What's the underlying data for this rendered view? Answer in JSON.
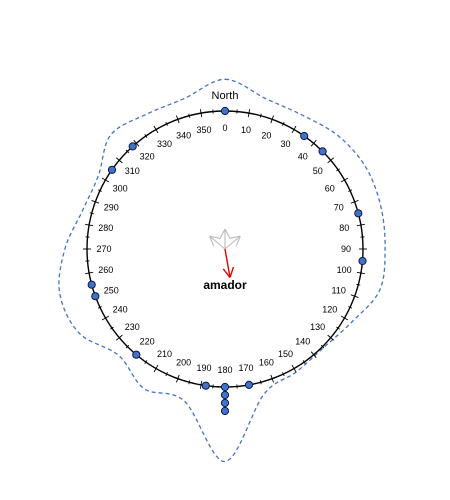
{
  "chart_data": {
    "type": "circular",
    "title": "",
    "north_label": "North",
    "center_label": "amador",
    "axis": {
      "min": 0,
      "max": 360,
      "major_tick_step": 10,
      "minor_tick_step": 5,
      "label_step": 10
    },
    "tick_labels": [
      "0",
      "10",
      "20",
      "30",
      "40",
      "50",
      "60",
      "70",
      "80",
      "90",
      "100",
      "110",
      "120",
      "130",
      "140",
      "150",
      "160",
      "170",
      "180",
      "190",
      "200",
      "210",
      "220",
      "230",
      "240",
      "250",
      "260",
      "270",
      "280",
      "290",
      "300",
      "310",
      "320",
      "330",
      "340",
      "350"
    ],
    "observations": [
      {
        "angle": 0,
        "count": 1
      },
      {
        "angle": 35,
        "count": 1
      },
      {
        "angle": 45,
        "count": 1
      },
      {
        "angle": 75,
        "count": 1
      },
      {
        "angle": 95,
        "count": 1
      },
      {
        "angle": 170,
        "count": 1
      },
      {
        "angle": 180,
        "count": 4
      },
      {
        "angle": 188,
        "count": 1
      },
      {
        "angle": 220,
        "count": 1
      },
      {
        "angle": 250,
        "count": 1
      },
      {
        "angle": 255,
        "count": 1
      },
      {
        "angle": 305,
        "count": 1
      },
      {
        "angle": 318,
        "count": 1
      }
    ],
    "mean_direction": 170,
    "mean_resultant_length": 0.21,
    "density_radius": [
      {
        "angle": 0,
        "r": 1.23
      },
      {
        "angle": 15,
        "r": 1.13
      },
      {
        "angle": 30,
        "r": 1.12
      },
      {
        "angle": 45,
        "r": 1.16
      },
      {
        "angle": 60,
        "r": 1.18
      },
      {
        "angle": 75,
        "r": 1.17
      },
      {
        "angle": 90,
        "r": 1.16
      },
      {
        "angle": 105,
        "r": 1.16
      },
      {
        "angle": 120,
        "r": 1.06
      },
      {
        "angle": 135,
        "r": 1.01
      },
      {
        "angle": 150,
        "r": 1.03
      },
      {
        "angle": 165,
        "r": 1.09
      },
      {
        "angle": 180,
        "r": 1.54
      },
      {
        "angle": 195,
        "r": 1.14
      },
      {
        "angle": 210,
        "r": 1.17
      },
      {
        "angle": 225,
        "r": 1.09
      },
      {
        "angle": 240,
        "r": 1.22
      },
      {
        "angle": 255,
        "r": 1.24
      },
      {
        "angle": 270,
        "r": 1.16
      },
      {
        "angle": 285,
        "r": 1.07
      },
      {
        "angle": 300,
        "r": 1.06
      },
      {
        "angle": 315,
        "r": 1.17
      },
      {
        "angle": 330,
        "r": 1.13
      },
      {
        "angle": 345,
        "r": 1.13
      }
    ],
    "colors": {
      "circle": "#000000",
      "points_fill": "#4472C4",
      "points_stroke": "#0B1A4A",
      "density": "#4472C4",
      "mean_arrow": "#E00000",
      "unit_arrows": "#BBBBBB"
    }
  }
}
